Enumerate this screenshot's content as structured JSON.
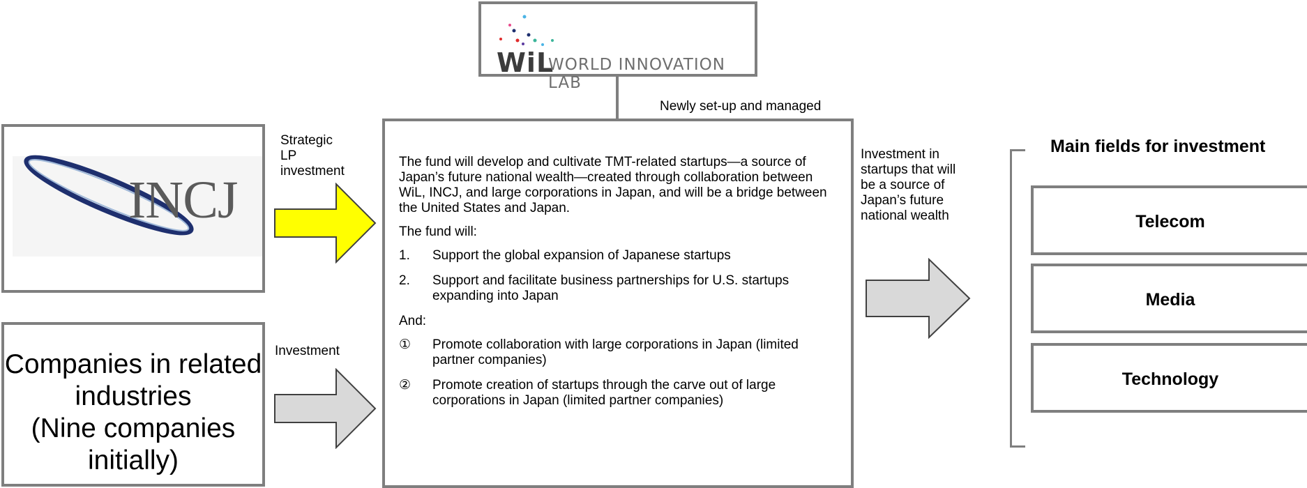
{
  "wil_logo": {
    "mark": "WiL",
    "name": "WORLD INNOVATION LAB"
  },
  "incj_logo": {
    "text": "INCJ"
  },
  "connector_label": "Newly set-up and managed",
  "strategic_label": "Strategic\nLP\ninvestment",
  "companies_label": "Companies in related\nindustries\n(Nine companies\ninitially)",
  "investment_label": "Investment",
  "fund": {
    "intro": "The fund will develop and cultivate TMT-related startups—a source of Japan’s future national wealth—created through collaboration between WiL, INCJ, and large corporations in Japan, and will be a bridge between the United States and Japan.",
    "will_label": "The fund will:",
    "items": [
      {
        "num": "1.",
        "text": "Support the global expansion of Japanese startups"
      },
      {
        "num": "2.",
        "text": "Support and facilitate business partnerships for U.S. startups expanding into Japan"
      }
    ],
    "and_label": "And:",
    "circled": [
      {
        "num": "①",
        "text": "Promote collaboration with large corporations in Japan (limited partner companies)"
      },
      {
        "num": "②",
        "text": "Promote creation of startups through the carve out of large corporations  in Japan (limited partner companies)"
      }
    ]
  },
  "startup_investment_label": "Investment in\nstartups that will\nbe a source of\nJapan’s future\nnational wealth",
  "fields": {
    "title": "Main fields for investment",
    "items": [
      "Telecom",
      "Media",
      "Technology"
    ]
  },
  "colors": {
    "border": "#7f7f7f",
    "yellow_arrow": "#ffff00",
    "gray_arrow": "#d9d9d9",
    "incj_ring": "#1e2f6e"
  }
}
